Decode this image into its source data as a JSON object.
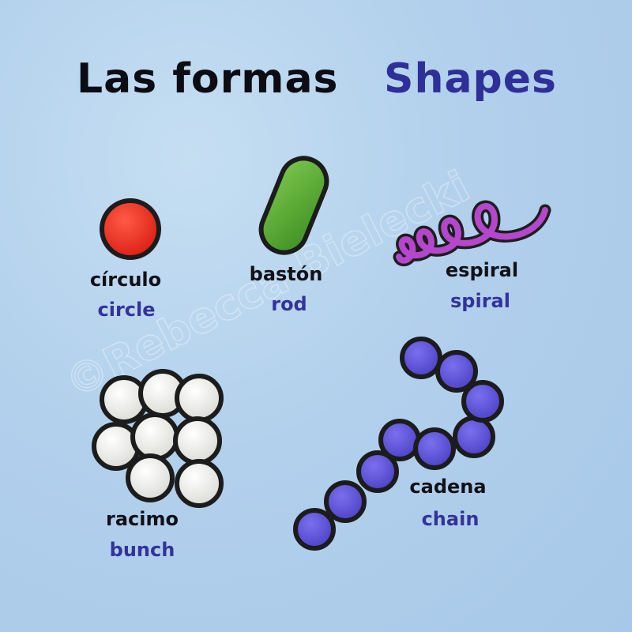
{
  "title": {
    "spanish": "Las formas",
    "english": "Shapes"
  },
  "shapes": [
    {
      "id": "circle",
      "spanish": "círculo",
      "english": "circle",
      "icon": "circle-icon",
      "color": "#e8281c"
    },
    {
      "id": "rod",
      "spanish": "bastón",
      "english": "rod",
      "icon": "rod-icon",
      "color": "#5aae33"
    },
    {
      "id": "spiral",
      "spanish": "espiral",
      "english": "spiral",
      "icon": "spiral-icon",
      "color": "#a83cc2"
    },
    {
      "id": "bunch",
      "spanish": "racimo",
      "english": "bunch",
      "icon": "bunch-icon",
      "color": "#f0f0ec"
    },
    {
      "id": "chain",
      "spanish": "cadena",
      "english": "chain",
      "icon": "chain-icon",
      "color": "#5b52d6"
    }
  ],
  "watermark": "©Rebecca Bielecki"
}
